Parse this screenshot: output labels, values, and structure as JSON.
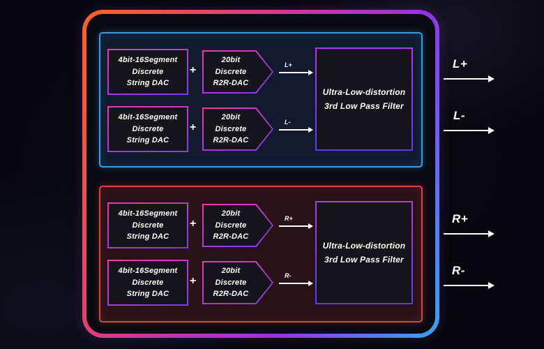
{
  "colors": {
    "frame_gradient_start": "#ff6320",
    "frame_gradient_mid": "#e0338e",
    "frame_gradient_end": "#36a4f4",
    "left_section_border": "#2f9fe6",
    "right_section_border": "#d8453c",
    "box_border_gradient_start": "#f03aa8",
    "box_border_gradient_end": "#7a3cf8",
    "box_fill": "#14141a",
    "text": "#ffffff"
  },
  "channels": [
    {
      "name": "left-channel",
      "rows": [
        {
          "string_dac": "4bit-16Segment\nDiscrete\nString DAC",
          "plus": "+",
          "r2r_dac": "20bit\nDiscrete\nR2R-DAC",
          "signal_label": "L+"
        },
        {
          "string_dac": "4bit-16Segment\nDiscrete\nString DAC",
          "plus": "+",
          "r2r_dac": "20bit\nDiscrete\nR2R-DAC",
          "signal_label": "L-"
        }
      ],
      "filter": "Ultra-Low-distortion\n3rd Low Pass Filter"
    },
    {
      "name": "right-channel",
      "rows": [
        {
          "string_dac": "4bit-16Segment\nDiscrete\nString DAC",
          "plus": "+",
          "r2r_dac": "20bit\nDiscrete\nR2R-DAC",
          "signal_label": "R+"
        },
        {
          "string_dac": "4bit-16Segment\nDiscrete\nString DAC",
          "plus": "+",
          "r2r_dac": "20bit\nDiscrete\nR2R-DAC",
          "signal_label": "R-"
        }
      ],
      "filter": "Ultra-Low-distortion\n3rd Low Pass Filter"
    }
  ],
  "outputs": [
    {
      "label": "L+"
    },
    {
      "label": "L-"
    },
    {
      "label": "R+"
    },
    {
      "label": "R-"
    }
  ]
}
